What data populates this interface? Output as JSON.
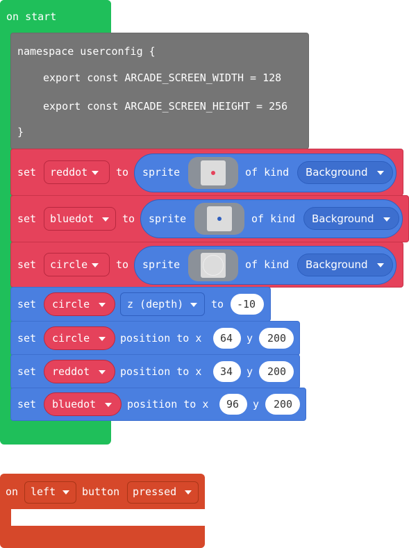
{
  "on_start": {
    "label": "on start",
    "namespace_block": {
      "line1": "namespace userconfig {",
      "line2": "export const ARCADE_SCREEN_WIDTH = 128",
      "line3": "export const ARCADE_SCREEN_HEIGHT = 256",
      "line4": "}"
    },
    "sprite_rows": [
      {
        "set": "set",
        "var": "reddot",
        "to": "to",
        "sprite": "sprite",
        "of_kind": "of kind",
        "kind": "Background",
        "dot_color": "#e5425b",
        "image": "red-dot"
      },
      {
        "set": "set",
        "var": "bluedot",
        "to": "to",
        "sprite": "sprite",
        "of_kind": "of kind",
        "kind": "Background",
        "dot_color": "#2f5fbf",
        "image": "blue-dot"
      },
      {
        "set": "set",
        "var": "circle",
        "to": "to",
        "sprite": "sprite",
        "of_kind": "of kind",
        "kind": "Background",
        "dot_color": "",
        "image": "circle-outline"
      }
    ],
    "z_row": {
      "set": "set",
      "var": "circle",
      "prop": "z (depth)",
      "to": "to",
      "value": "-10"
    },
    "position_rows": [
      {
        "set": "set",
        "var": "circle",
        "label": "position to x",
        "x": "64",
        "y_label": "y",
        "y": "200"
      },
      {
        "set": "set",
        "var": "reddot",
        "label": "position to x",
        "x": "34",
        "y_label": "y",
        "y": "200"
      },
      {
        "set": "set",
        "var": "bluedot",
        "label": "position to x",
        "x": "96",
        "y_label": "y",
        "y": "200"
      }
    ]
  },
  "button_event": {
    "on": "on",
    "button": "left",
    "button_label": "button",
    "action": "pressed"
  },
  "colors": {
    "green": "#1fbf5a",
    "gray": "#757575",
    "red": "#e5425b",
    "blue": "#4a7fe0",
    "orange": "#d6482a"
  }
}
